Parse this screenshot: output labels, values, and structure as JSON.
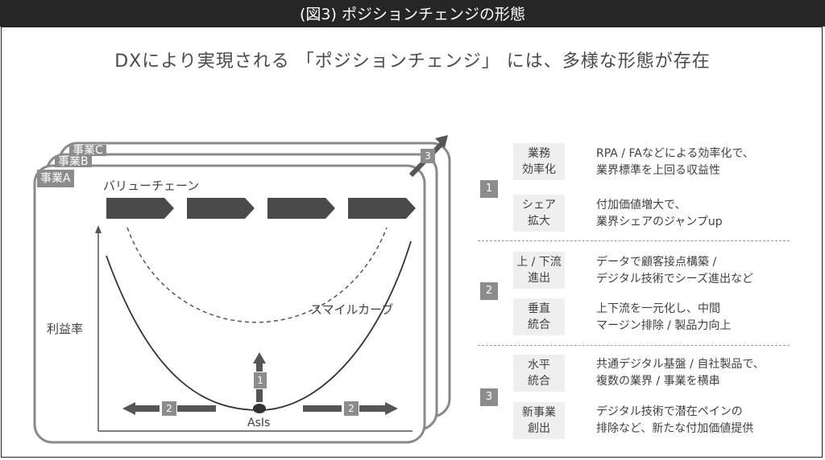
{
  "header": {
    "title": "(図3) ポジションチェンジの形態"
  },
  "subtitle": "DXにより実現される 「ポジションチェンジ」 には、多様な形態が存在",
  "diagram": {
    "layers": [
      "事業C",
      "事業B",
      "事業A"
    ],
    "layer_badge": "3",
    "value_chain_label": "バリューチェーン",
    "y_axis_label": "利益率",
    "curve_label": "スマイルカーブ",
    "asis_label": "AsIs",
    "arrow_up_badge": "1",
    "arrow_left_badge": "2",
    "arrow_right_badge": "2"
  },
  "groups": [
    {
      "number": "1",
      "items": [
        {
          "category": [
            "業務",
            "効率化"
          ],
          "desc": [
            "RPA / FAなどによる効率化で、",
            "業界標準を上回る収益性"
          ]
        },
        {
          "category": [
            "シェア",
            "拡大"
          ],
          "desc": [
            "付加価値増大で、",
            "業界シェアのジャンプup"
          ]
        }
      ]
    },
    {
      "number": "2",
      "items": [
        {
          "category": [
            "上 / 下流",
            "進出"
          ],
          "desc": [
            "データで顧客接点構築 /",
            "デジタル技術でシーズ進出など"
          ]
        },
        {
          "category": [
            "垂直",
            "統合"
          ],
          "desc": [
            "上下流を一元化し、中間",
            "マージン排除 / 製品力向上"
          ]
        }
      ]
    },
    {
      "number": "3",
      "items": [
        {
          "category": [
            "水平",
            "統合"
          ],
          "desc": [
            "共通デジタル基盤 / 自社製品で、",
            "複数の業界 / 事業を横串"
          ]
        },
        {
          "category": [
            "新事業",
            "創出"
          ],
          "desc": [
            "デジタル技術で潜在ペインの",
            "排除など、新たな付加価値提供"
          ]
        }
      ]
    }
  ]
}
